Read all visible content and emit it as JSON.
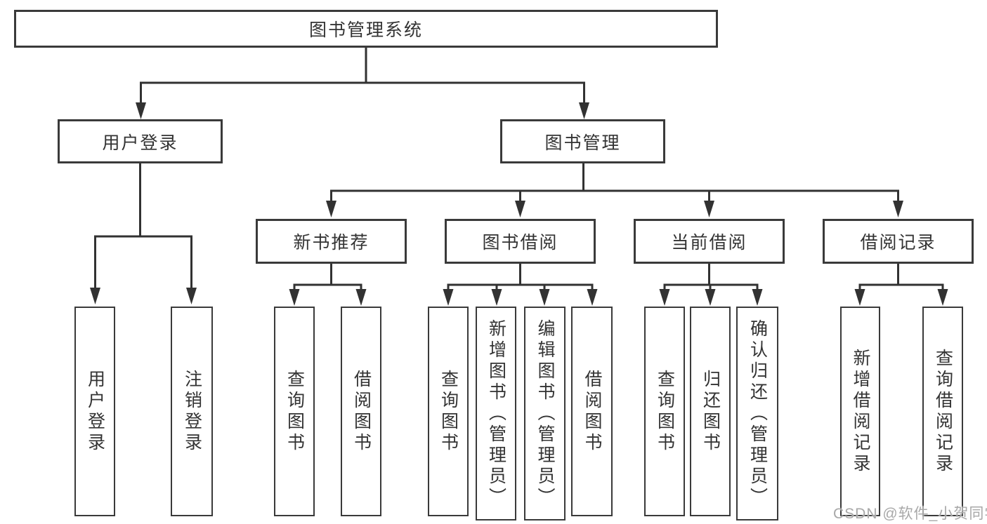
{
  "tree": {
    "root": {
      "label": "图书管理系统"
    },
    "branches": [
      {
        "label": "用户登录",
        "children": [
          {
            "label": "用户登录"
          },
          {
            "label": "注销登录"
          }
        ]
      },
      {
        "label": "图书管理",
        "children": [
          {
            "label": "新书推荐",
            "children": [
              {
                "label": "查询图书"
              },
              {
                "label": "借阅图书"
              }
            ]
          },
          {
            "label": "图书借阅",
            "children": [
              {
                "label": "查询图书"
              },
              {
                "label": "新增图书（管理员）"
              },
              {
                "label": "编辑图书（管理员）"
              },
              {
                "label": "借阅图书"
              }
            ]
          },
          {
            "label": "当前借阅",
            "children": [
              {
                "label": "查询图书"
              },
              {
                "label": "归还图书"
              },
              {
                "label": "确认归还（管理员）"
              }
            ]
          },
          {
            "label": "借阅记录",
            "children": [
              {
                "label": "新增借阅记录"
              },
              {
                "label": "查询借阅记录"
              }
            ]
          }
        ]
      }
    ]
  },
  "watermark": "CSDN @软件_小贺同学",
  "colors": {
    "background": "#ffffff",
    "line": "#323232",
    "border": "#3a3a3a",
    "text": "#333333",
    "watermark": "#a8a8a8"
  }
}
